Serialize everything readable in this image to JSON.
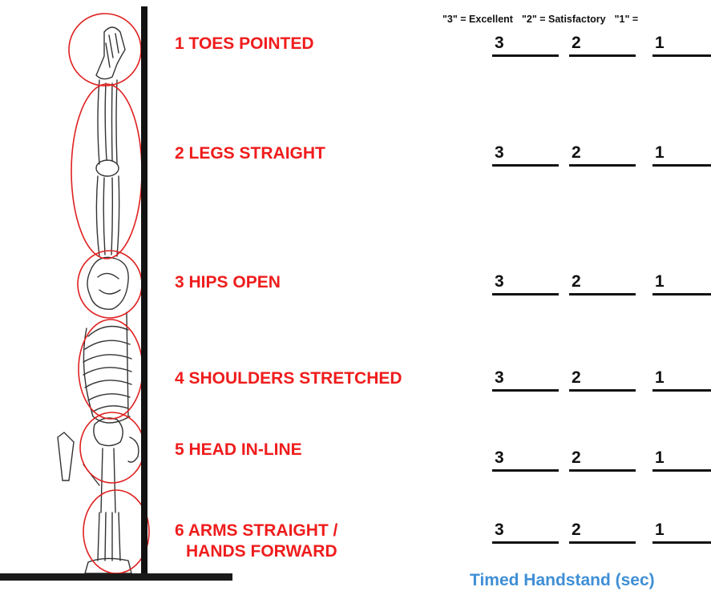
{
  "legend": {
    "excellent": "\"3\" = Excellent",
    "satisfactory": "\"2\" = Satisfactory",
    "needs_work": "\"1\" ="
  },
  "criteria": [
    {
      "label": "1 TOES POINTED",
      "label2": ""
    },
    {
      "label": "2 LEGS STRAIGHT",
      "label2": ""
    },
    {
      "label": "3 HIPS OPEN",
      "label2": ""
    },
    {
      "label": "4 SHOULDERS STRETCHED",
      "label2": ""
    },
    {
      "label": "5 HEAD IN-LINE",
      "label2": ""
    },
    {
      "label": "6 ARMS STRAIGHT /",
      "label2": "HANDS FORWARD"
    }
  ],
  "scores": [
    "3",
    "2",
    "1"
  ],
  "footer_title": "Timed Handstand (sec)",
  "colors": {
    "criterion_red": "#ef1c1c",
    "footer_blue": "#3f8fd6",
    "circle_red": "#e02020"
  }
}
